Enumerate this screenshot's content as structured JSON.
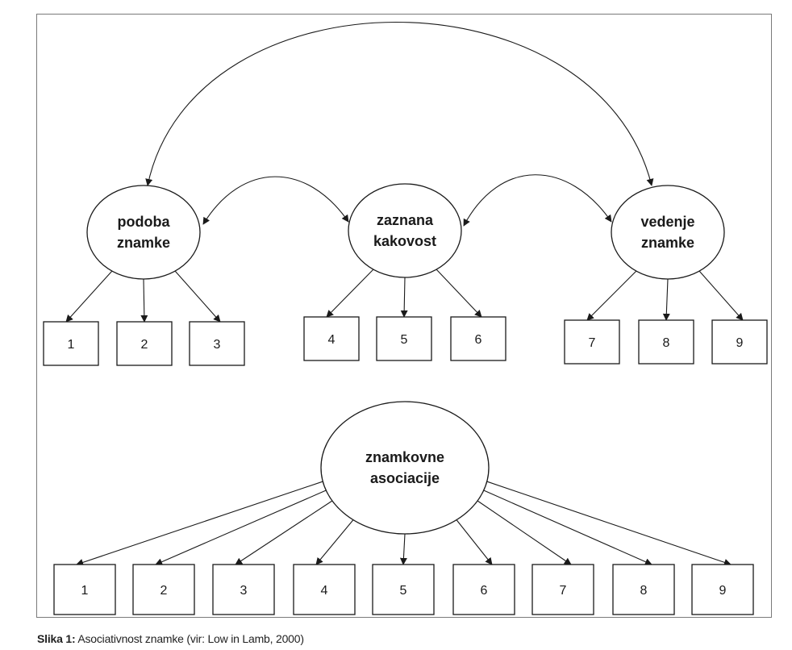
{
  "diagram": {
    "top_constructs": [
      {
        "id": "podoba",
        "lines": [
          "podoba",
          "znamke"
        ],
        "items": [
          "1",
          "2",
          "3"
        ]
      },
      {
        "id": "kakovost",
        "lines": [
          "zaznana",
          "kakovost"
        ],
        "items": [
          "4",
          "5",
          "6"
        ]
      },
      {
        "id": "vedenje",
        "lines": [
          "vedenje",
          "znamke"
        ],
        "items": [
          "7",
          "8",
          "9"
        ]
      }
    ],
    "bottom_construct": {
      "id": "asociacije",
      "lines": [
        "znamkovne",
        "asociacije"
      ]
    },
    "bottom_items": [
      "1",
      "2",
      "3",
      "4",
      "5",
      "6",
      "7",
      "8",
      "9"
    ]
  },
  "caption": {
    "label": "Slika 1:",
    "text": " Asociativnost znamke (vir: Low in Lamb, 2000)"
  }
}
